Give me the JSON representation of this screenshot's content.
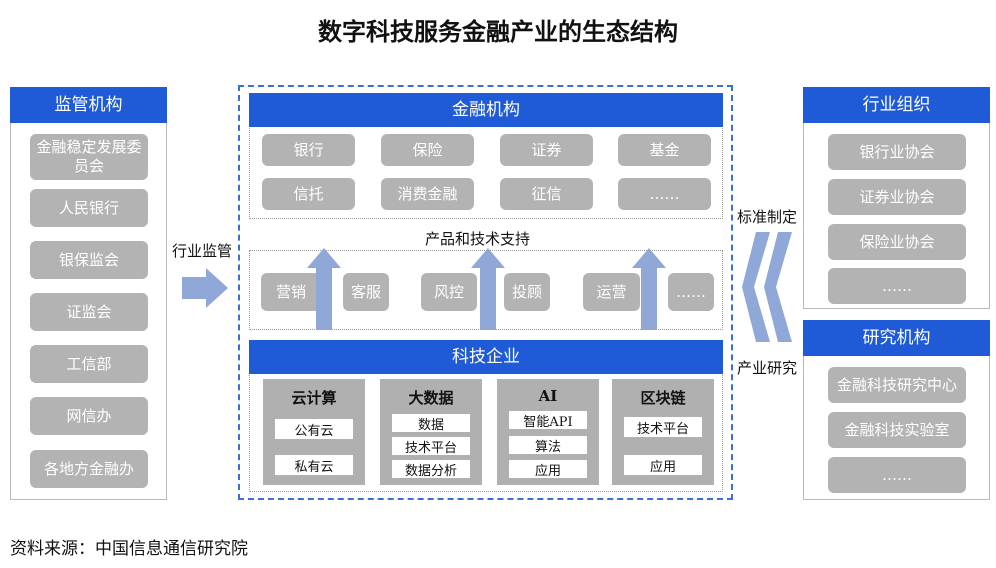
{
  "title": "数字科技服务金融产业的生态结构",
  "source": "资料来源：中国信息通信研究院",
  "regulators": {
    "header": "监管机构",
    "items": [
      "金融稳定发展委员会",
      "人民银行",
      "银保监会",
      "证监会",
      "工信部",
      "网信办",
      "各地方金融办"
    ]
  },
  "arrow_left_label": "行业监管",
  "financial": {
    "header": "金融机构",
    "items": [
      "银行",
      "保险",
      "证券",
      "基金",
      "信托",
      "消费金融",
      "征信",
      "……"
    ]
  },
  "support": {
    "label": "产品和技术支持",
    "items": [
      "营销",
      "客服",
      "风控",
      "投顾",
      "运营",
      "……"
    ]
  },
  "tech": {
    "header": "科技企业",
    "groups": [
      {
        "title": "云计算",
        "items": [
          "公有云",
          "私有云"
        ]
      },
      {
        "title": "大数据",
        "items": [
          "数据",
          "技术平台",
          "数据分析"
        ]
      },
      {
        "title": "AI",
        "items": [
          "智能API",
          "算法",
          "应用"
        ]
      },
      {
        "title": "区块链",
        "items": [
          "技术平台",
          "应用"
        ]
      }
    ]
  },
  "right_labels": {
    "standard": "标准制定",
    "research": "产业研究"
  },
  "industry": {
    "header": "行业组织",
    "items": [
      "银行业协会",
      "证券业协会",
      "保险业协会",
      "……"
    ]
  },
  "research": {
    "header": "研究机构",
    "items": [
      "金融科技研究中心",
      "金融科技实验室",
      "……"
    ]
  },
  "colors": {
    "accent": "#1f5bd6",
    "arrow": "#8fa8d8",
    "gray_box": "#b3b3b3"
  }
}
